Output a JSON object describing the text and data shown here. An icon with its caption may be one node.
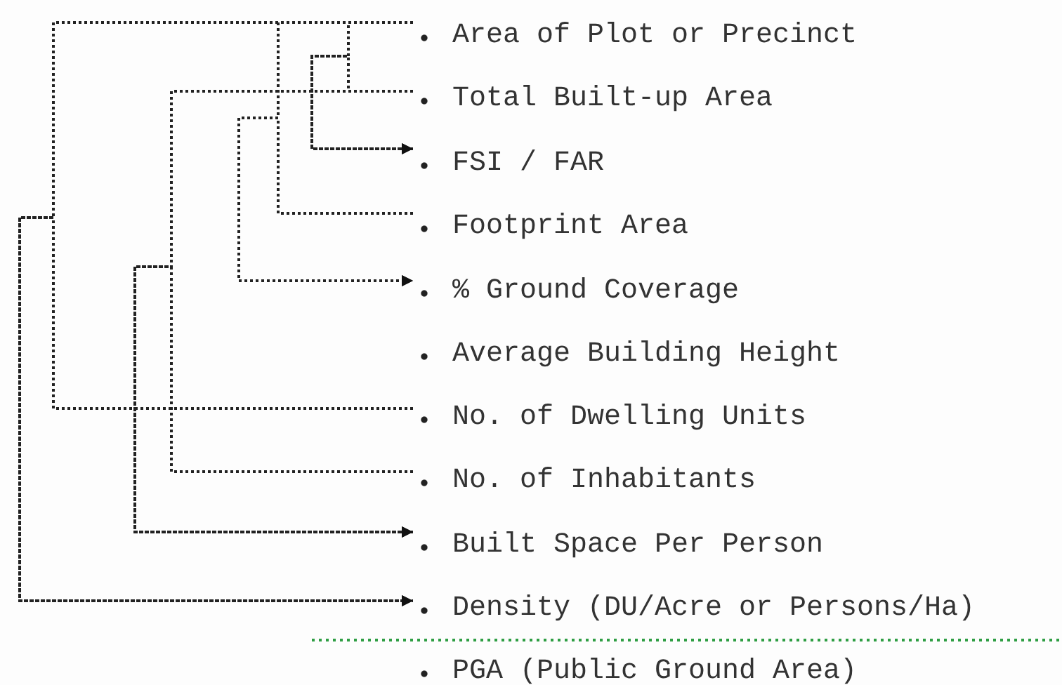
{
  "diagram": {
    "nodes": [
      {
        "text": [
          "Area of Plot or Precinct"
        ]
      },
      {
        "text": [
          "Total Built-up Area"
        ]
      },
      {
        "text": [
          "FSI / FAR"
        ]
      },
      {
        "text": [
          "Footprint Area"
        ]
      },
      {
        "text": [
          "% Ground Coverage"
        ]
      },
      {
        "text": [
          "Average Building Height"
        ]
      },
      {
        "text": [
          "No. of Dwelling Units"
        ]
      },
      {
        "text": [
          "No. of Inhabitants"
        ]
      },
      {
        "text": [
          "Built Space Per Person"
        ]
      },
      {
        "text": [
          "Density (DU/Acre or Persons/Ha)"
        ]
      },
      {
        "text": [
          "PGA (Public Ground Area)"
        ]
      }
    ],
    "edges": [
      {
        "from": 0,
        "to": 2,
        "arrow": "to"
      },
      {
        "from": 1,
        "to": 2,
        "arrow": "to"
      },
      {
        "from": 0,
        "to": 4,
        "arrow": "to"
      },
      {
        "from": 3,
        "to": 4,
        "arrow": "to"
      },
      {
        "from": 1,
        "to": 8,
        "arrow": "to"
      },
      {
        "from": 7,
        "to": 8,
        "arrow": "to"
      },
      {
        "from": 0,
        "to": 9,
        "arrow": "to"
      },
      {
        "from": 6,
        "to": 9,
        "arrow": "to"
      }
    ]
  }
}
